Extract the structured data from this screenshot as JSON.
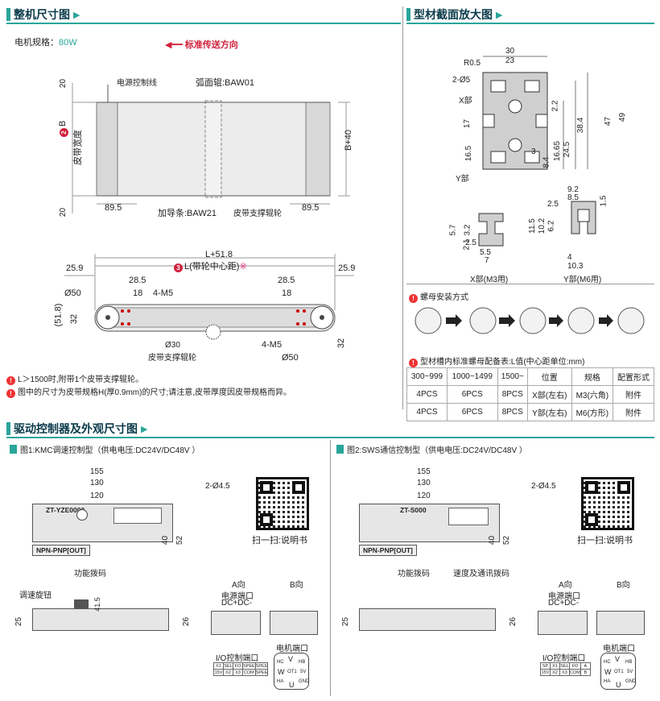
{
  "sections": {
    "overall": "整机尺寸图",
    "profile": "型材截面放大图",
    "driver": "驱动控制器及外观尺寸图"
  },
  "overall": {
    "motor_spec_label": "电机规格：",
    "motor_spec_value": "80W",
    "direction": "标准传送方向",
    "labels": {
      "power_line": "电源控制线",
      "arc_roller": "弧面辊:BAW01",
      "guide": "加导条:BAW21",
      "support_roller": "皮带支撑辊轮",
      "belt_width": "皮带宽度",
      "belt_width_code": "B",
      "b_plus": "B+40",
      "d20a": "20",
      "d20b": "20",
      "d895a": "89.5",
      "d895b": "89.5",
      "l_plus": "L+51.8",
      "l_center": "L(带轮中心距)",
      "l_mark": "※",
      "d259a": "25.9",
      "d259b": "25.9",
      "d285a": "28.5",
      "d285b": "28.5",
      "d18a": "18",
      "d18b": "18",
      "m5a": "4-M5",
      "m5b": "4-M5",
      "d50a": "Ø50",
      "d50b": "Ø50",
      "d518": "(51.8)",
      "d32a": "32",
      "d32b": "32",
      "d30": "Ø30",
      "support_roller2": "皮带支撑辊轮"
    },
    "notes": [
      "L＞1500时,附带1个皮带支撑辊轮。",
      "图中的尺寸为皮带规格H(厚0.9mm)的尺寸;请注意,皮带厚度因皮带规格而异。"
    ]
  },
  "profile": {
    "dims": {
      "w30": "30",
      "w23": "23",
      "r05": "R0.5",
      "holes": "2-Ø5",
      "x_part": "X部",
      "y_part": "Y部",
      "d17": "17",
      "d165": "16.5",
      "d49": "49",
      "d47": "47",
      "d384": "38.4",
      "d245": "24.5",
      "d1665": "16.65",
      "d84": "8.4",
      "d3": "3",
      "d22": "2.2",
      "d92": "9.2",
      "d85": "8.5",
      "d15": "1.5",
      "d25a": "2.5",
      "d115": "11.5",
      "d102": "10.2",
      "d62": "6.2",
      "d4": "4",
      "d103": "10.3",
      "d57": "5.7",
      "d32": "3.2",
      "d21": "2.1",
      "d25b": "2.5",
      "d55": "5.5",
      "d7": "7",
      "x_cap": "X部(M3用)",
      "y_cap": "Y部(M6用)"
    },
    "nut_install": "螺母安装方式",
    "table_title": "型材槽内标准螺母配备表:L值(中心距单位:mm)",
    "table": {
      "headers": [
        "300~999",
        "1000~1499",
        "1500~",
        "位置",
        "规格",
        "配置形式"
      ],
      "rows": [
        [
          "4PCS",
          "6PCS",
          "8PCS",
          "X部(左右)",
          "M3(六角)",
          "附件"
        ],
        [
          "4PCS",
          "6PCS",
          "8PCS",
          "Y部(左右)",
          "M6(方形)",
          "附件"
        ]
      ]
    }
  },
  "driver": {
    "fig1": "图1:KMC调速控制型（供电电压:DC24V/DC48V ）",
    "fig2": "图2:SWS通信控制型（供电电压:DC24V/DC48V ）",
    "d155": "155",
    "d130": "130",
    "d120": "120",
    "holes": "2-Ø4.5",
    "d40": "40",
    "d52": "52",
    "d25": "25",
    "d26": "26",
    "d415": "41.5",
    "scan": "扫一扫:说明书",
    "dip": "功能拨码",
    "speed_dip": "速度及通讯拨码",
    "knob": "调速旋钮",
    "dir_a": "A向",
    "dir_b": "B向",
    "power_port": "电源端口",
    "dc": "DC+DC-",
    "motor_port": "电机端口",
    "io_port": "I/O控制端口",
    "npn": "NPN-PNP[OUT]",
    "model1": "ZT-YZE0000",
    "model2": "ZT-S000",
    "io1": [
      [
        "X1",
        "SEL",
        "FO",
        "SPEE",
        "SPEE"
      ],
      [
        "15V",
        "X2",
        "X3",
        "COM",
        "SPEE"
      ]
    ],
    "io2": [
      [
        "SP",
        "X1",
        "SEL",
        "FO",
        "A"
      ],
      [
        "15V",
        "X2",
        "X3",
        "COM",
        "B"
      ]
    ],
    "pins": [
      "V",
      "HB",
      "5V",
      "OT1",
      "GND",
      "U",
      "HA",
      "W",
      "HC"
    ]
  }
}
